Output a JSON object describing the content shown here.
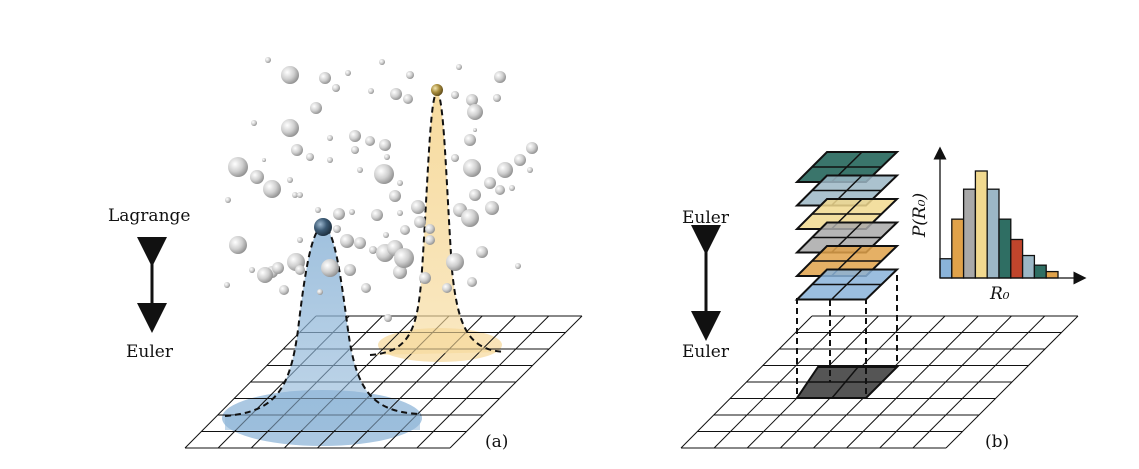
{
  "panel_a": {
    "label_top": "Lagrange",
    "label_bottom": "Euler",
    "caption": "(a)",
    "colors": {
      "blue_peak": "#8fb6d8",
      "yellow_peak": "#f6d99a",
      "particle": "#c9c9c9",
      "marked_blue": "#2f4a62",
      "marked_gold": "#8a7430"
    }
  },
  "panel_b": {
    "label_top": "Euler",
    "label_bottom": "Euler",
    "caption": "(b)",
    "layer_colors": [
      "#2f6e63",
      "#9cb7c6",
      "#f1d98f",
      "#a9a9a9",
      "#e0a24a",
      "#8ab3d9"
    ],
    "selected_cell_color": "#555555",
    "histogram": {
      "ylabel": "P(R₀)",
      "xlabel": "R₀",
      "bar_colors": [
        "#8ab3d9",
        "#e0a24a",
        "#a9a9a9",
        "#f1d98f",
        "#9cb7c6",
        "#2f6e63",
        "#c0452c",
        "#9cb7c6",
        "#2f6e63",
        "#e0a24a"
      ],
      "relative_heights": [
        0.18,
        0.55,
        0.83,
        1.0,
        0.83,
        0.55,
        0.36,
        0.21,
        0.12,
        0.06
      ]
    }
  }
}
